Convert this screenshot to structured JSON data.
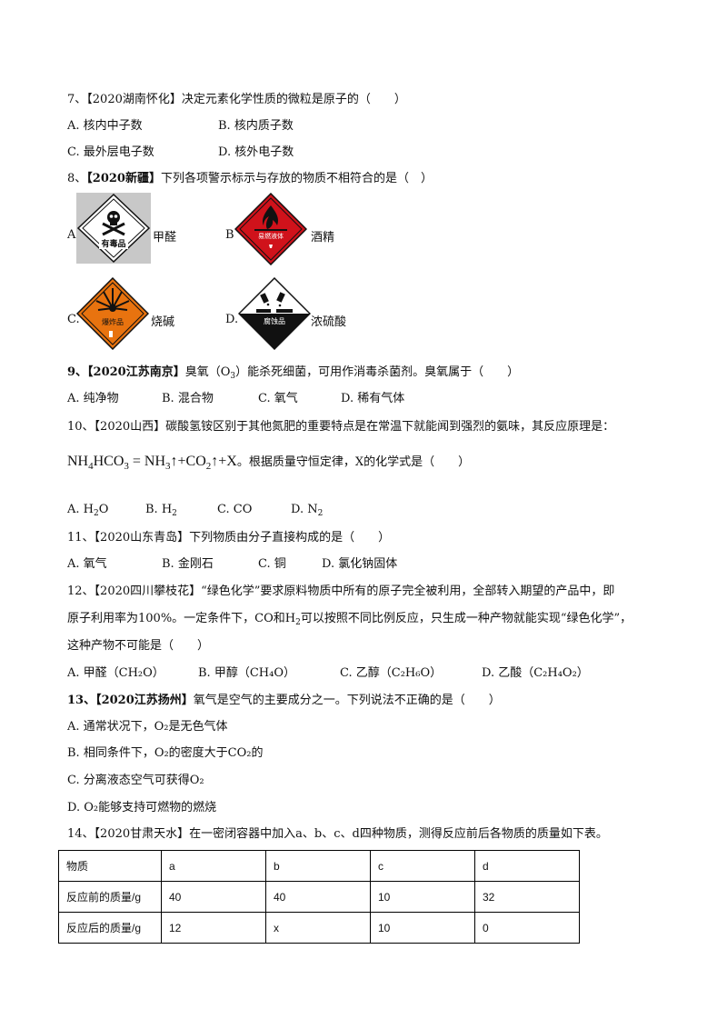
{
  "q7": {
    "num": "7、",
    "tag": "【2020湖南怀化】",
    "text": "决定元素化学性质的微粒是原子的（　　）",
    "A": "A. 核内中子数",
    "B": "B. 核内质子数",
    "C": "C. 最外层电子数",
    "D": "D. 核外电子数"
  },
  "q8": {
    "num": "8、",
    "tag": "【2020新疆】",
    "text": "下列各项警示标示与存放的物质不相符合的是（　）",
    "A_letter": "A.",
    "A_name": "甲醛",
    "A_sign_text": "有毒品",
    "B_letter": "B",
    "B_name": "酒精",
    "B_sign_text": "易燃液体",
    "C_letter": "C.",
    "C_name": "烧碱",
    "C_sign_text": "爆炸品",
    "D_letter": "D.",
    "D_name": "浓硫酸",
    "D_sign_text": "腐蚀品",
    "colors": {
      "toxic": "#ffffff",
      "flammable": "#d0121b",
      "explosive": "#e8730f",
      "corrosive_top": "#ffffff",
      "corrosive_bottom": "#111111"
    },
    "icons": [
      "skull-crossbones-icon",
      "flame-icon",
      "explosion-icon",
      "corrosion-icon"
    ]
  },
  "q9": {
    "num": "9、",
    "tag": "【2020江苏南京】",
    "text_a": "臭氧（O",
    "text_sub": "3",
    "text_b": "）能杀死细菌，可用作消毒杀菌剂。臭氧属于（　　）",
    "A": "A. 纯净物",
    "B": "B. 混合物",
    "C": "C. 氧气",
    "D": "D. 稀有气体"
  },
  "q10": {
    "num": "10、",
    "tag": "【2020山西】",
    "text": "碳酸氢铵区别于其他氮肥的重要特点是在常温下就能闻到强烈的氨味，其反应原理是：",
    "eq_nh": "NH",
    "eq_4": "4",
    "eq_hco": "HCO",
    "eq_3a": "3",
    "eq_mid": " = NH",
    "eq_3b": "3",
    "eq_co": "↑+CO",
    "eq_2": "2",
    "eq_tail": "↑+X",
    "after": "。根据质量守恒定律，X的化学式是（　　）",
    "A_a": "A. H",
    "A_sub": "2",
    "A_b": "O",
    "B_a": "B. H",
    "B_sub": "2",
    "C": "C. CO",
    "D_a": "D. N",
    "D_sub": "2"
  },
  "q11": {
    "num": "11、",
    "tag": "【2020山东青岛】",
    "text": "下列物质由分子直接构成的是（　　）",
    "A": "A. 氧气",
    "B": "B. 金刚石",
    "C": "C. 铜",
    "D": "D. 氯化钠固体"
  },
  "q12": {
    "num": "12、",
    "tag": "【2020四川攀枝花】",
    "line1": "“绿色化学”要求原料物质中所有的原子完全被利用，全部转入期望的产品中，即",
    "line2_a": "原子利用率为100%。一定条件下，CO和H",
    "line2_sub": "2",
    "line2_b": "可以按照不同比例反应，只生成一种产物就能实现“绿色化学”，",
    "line3": "这种产物不可能是（　　）",
    "A": "A. 甲醛（CH₂O）",
    "B": "B. 甲醇（CH₄O）",
    "C": "C. 乙醇（C₂H₆O）",
    "D": "D. 乙酸（C₂H₄O₂）"
  },
  "q13": {
    "num": "13、",
    "tag": "【2020江苏扬州】",
    "text": "氧气是空气的主要成分之一。下列说法不正确的是（　　）",
    "A": "A. 通常状况下，O₂是无色气体",
    "B": "B. 相同条件下，O₂的密度大于CO₂的",
    "C": "C. 分离液态空气可获得O₂",
    "D": "D. O₂能够支持可燃物的燃烧"
  },
  "q14": {
    "num": "14、",
    "tag": "【2020甘肃天水】",
    "text": "在一密闭容器中加入a、b、c、d四种物质，测得反应前后各物质的质量如下表。",
    "table": {
      "header": [
        "物质",
        "a",
        "b",
        "c",
        "d"
      ],
      "rows": [
        [
          "反应前的质量/g",
          "40",
          "40",
          "10",
          "32"
        ],
        [
          "反应后的质量/g",
          "12",
          "x",
          "10",
          "0"
        ]
      ]
    }
  }
}
